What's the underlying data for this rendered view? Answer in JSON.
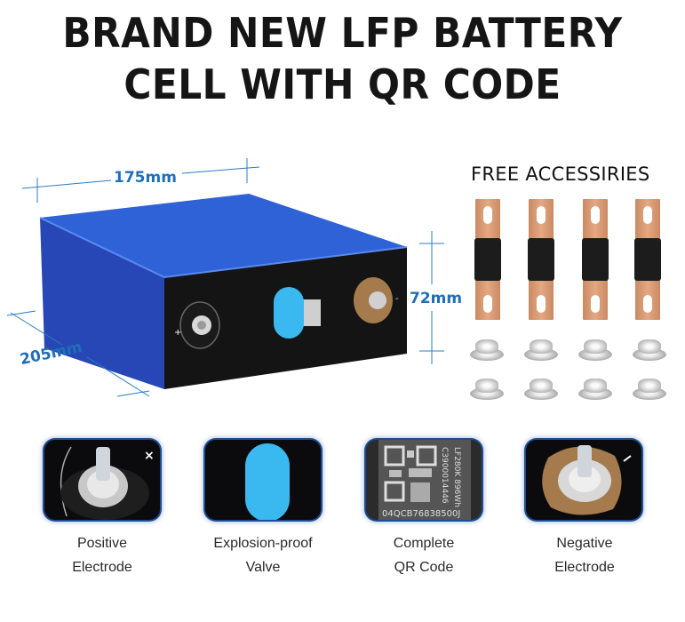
{
  "header": {
    "line1": "BRAND NEW LFP BATTERY",
    "line2": "CELL WITH QR CODE"
  },
  "dimensions": {
    "length": "175mm",
    "depth": "205mm",
    "height": "72mm"
  },
  "accessories": {
    "title": "FREE ACCESSIRIES",
    "busbar_count": 4,
    "nut_count": 8
  },
  "features": [
    {
      "line1": "Positive",
      "line2": "Electrode",
      "icon": "positive-electrode-icon"
    },
    {
      "line1": "Explosion-proof",
      "line2": "Valve",
      "icon": "valve-icon"
    },
    {
      "line1": "Complete",
      "line2": "QR Code",
      "icon": "qr-code-icon"
    },
    {
      "line1": "Negative",
      "line2": "Electrode",
      "icon": "negative-electrode-icon"
    }
  ],
  "qr_label": {
    "serial": "04QCB76838500J",
    "side1": "C3900014446",
    "side2": "LF280K 896Wh"
  },
  "colors": {
    "battery_blue": "#2a57c9",
    "dimension_blue": "#1f6fb8",
    "copper": "#d99a72",
    "valve_blue": "#3ab8f0"
  }
}
